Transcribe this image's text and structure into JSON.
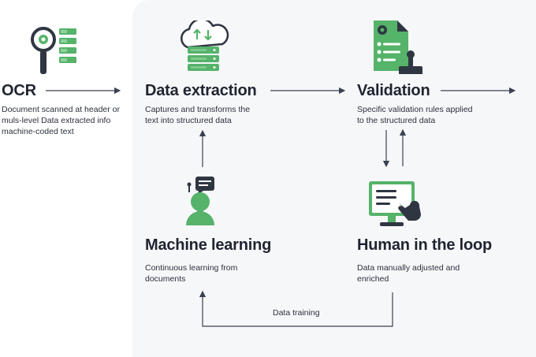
{
  "nodes": {
    "ocr": {
      "title": "OCR",
      "description": "Document scanned at header or muls-level Data extracted info machine-coded text"
    },
    "extraction": {
      "title": "Data extraction",
      "description": "Captures and transforms the text into structured data"
    },
    "validation": {
      "title": "Validation",
      "description": "Specific validation rules applied to the structured data"
    },
    "ml": {
      "title": "Machine learning",
      "description": "Continuous learning from documents"
    },
    "hitl": {
      "title": "Human in the loop",
      "description": "Data manually adjusted and enriched"
    }
  },
  "edges": {
    "training_label": "Data training"
  },
  "icons": {
    "ocr": "magnifier-gear-document-icon",
    "extraction": "cloud-database-icon",
    "validation": "document-stamp-icon",
    "ml": "robot-chat-icon",
    "hitl": "monitor-hand-icon"
  },
  "colors": {
    "green": "#55b36a",
    "green_light": "#8fd19b",
    "dark": "#2f3642",
    "arrow": "#3a4150",
    "panel": "#f6f7f9"
  }
}
